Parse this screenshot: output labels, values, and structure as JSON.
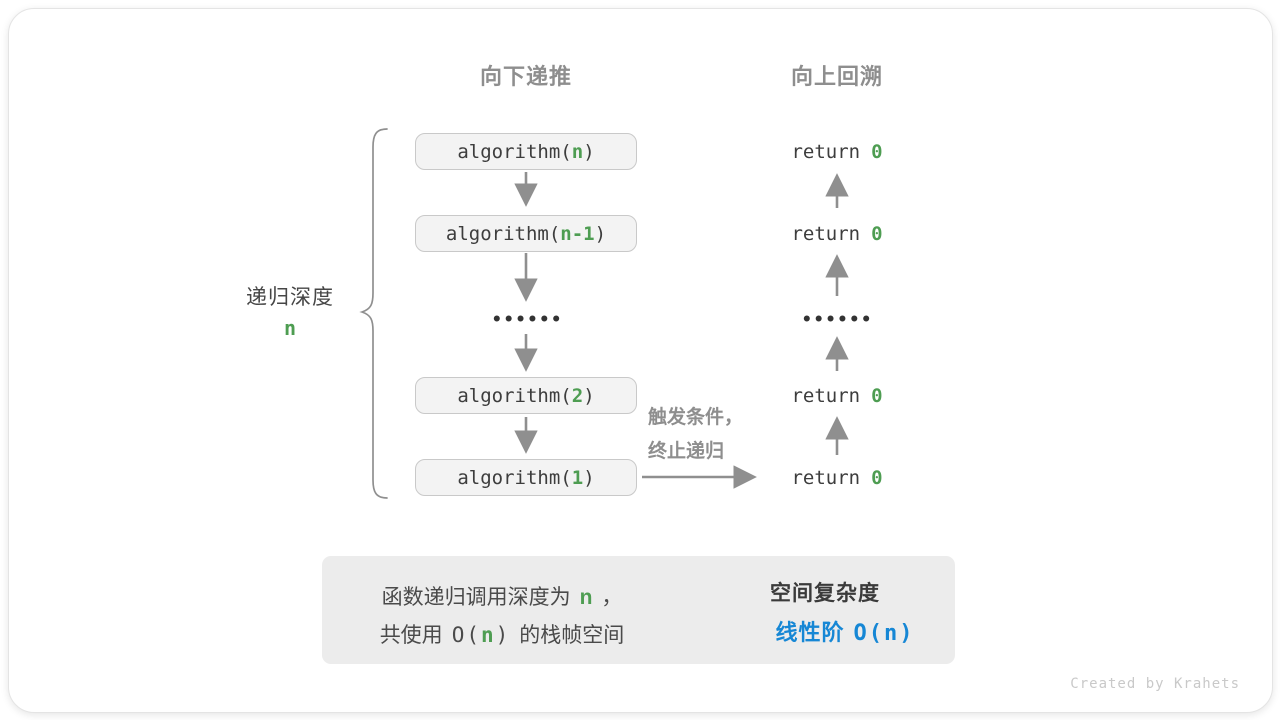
{
  "colors": {
    "green_accent": "#4e9d52",
    "blue_accent": "#1687d5",
    "gray_heading": "#8e8e8e",
    "dark_text": "#3d3d3d",
    "arrow": "#8f8f8f",
    "box_bg": "#f3f3f3",
    "box_border": "#c9c9c9",
    "summary_bg": "#ececec"
  },
  "columns": {
    "recurse_title": "向下递推",
    "backtrack_title": "向上回溯"
  },
  "depth_brace": {
    "label": "递归深度",
    "value": "n"
  },
  "calls": [
    {
      "prefix": "algorithm(",
      "arg": "n",
      "suffix": ")"
    },
    {
      "prefix": "algorithm(",
      "arg": "n-1",
      "suffix": ")"
    },
    {
      "prefix": "algorithm(",
      "arg": "2",
      "suffix": ")"
    },
    {
      "prefix": "algorithm(",
      "arg": "1",
      "suffix": ")"
    }
  ],
  "returns": [
    {
      "keyword": "return",
      "value": "0"
    },
    {
      "keyword": "return",
      "value": "0"
    },
    {
      "keyword": "return",
      "value": "0"
    },
    {
      "keyword": "return",
      "value": "0"
    }
  ],
  "ellipsis": "••••••",
  "trigger_note": {
    "line1": "触发条件，",
    "line2": "终止递归"
  },
  "summary": {
    "line1": {
      "pre": "函数递归调用深度为",
      "var": "n",
      "post": "，"
    },
    "line2": {
      "pre": "共使用",
      "o_open": "O(",
      "var": "n",
      "o_close": ")",
      "post": "的栈帧空间"
    },
    "right": {
      "title": "空间复杂度",
      "label": "线性阶",
      "o_open": "O(",
      "var": "n",
      "o_close": ")"
    }
  },
  "watermark": "Created by Krahets"
}
